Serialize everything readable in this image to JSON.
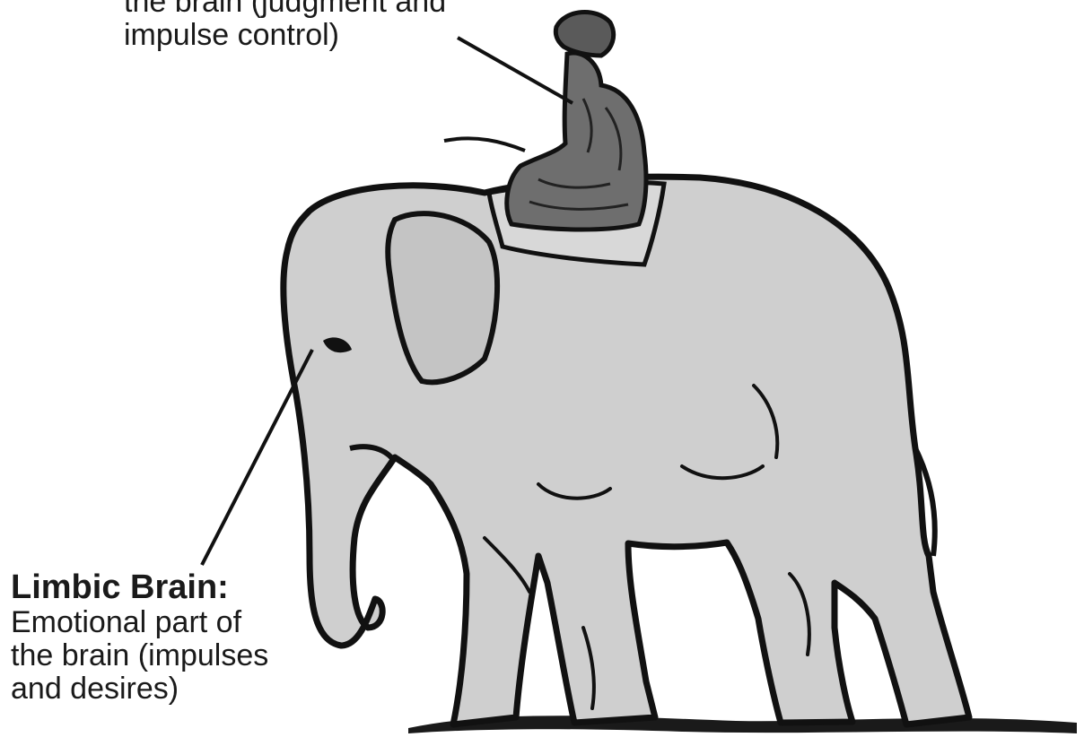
{
  "labels": {
    "rider": {
      "lines": [
        "the brain (judgment and",
        "impulse control)"
      ]
    },
    "limbic": {
      "heading": "Limbic Brain:",
      "lines": [
        "Emotional part of",
        "the brain (impulses",
        "and desires)"
      ]
    }
  },
  "colors": {
    "elephant_fill": "#cfcfcf",
    "outline": "#111111",
    "rider_fill": "#6e6e6e"
  }
}
